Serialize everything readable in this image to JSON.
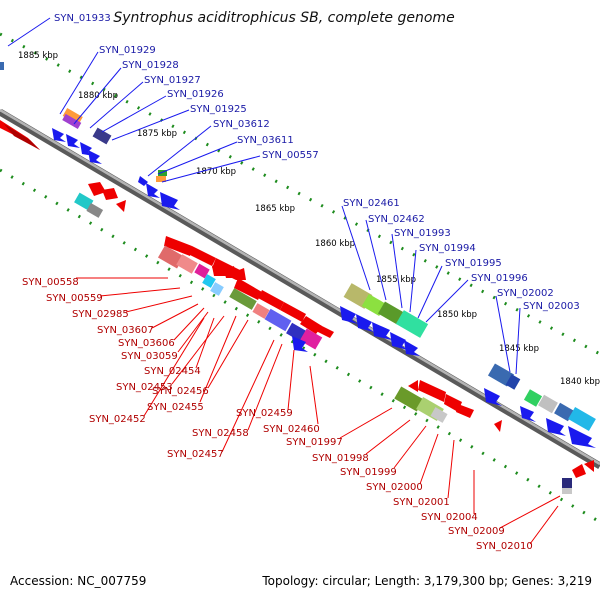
{
  "title": "Syntrophus aciditrophicus SB, complete genome",
  "footer": {
    "accession": "Accession: NC_007759",
    "summary": "Topology: circular; Length: 3,179,300 bp; Genes: 3,219"
  },
  "colors": {
    "backbone": "#8a8a8a",
    "forward_gene": "#1a1aee",
    "reverse_gene": "#ee0000",
    "top_label": "#1a1aa6",
    "bottom_label": "#b00000",
    "ticks": "#1e8c1e"
  },
  "scale_labels": [
    "1885 kbp",
    "1880 kbp",
    "1875 kbp",
    "1870 kbp",
    "1865 kbp",
    "1860 kbp",
    "1855 kbp",
    "1850 kbp",
    "1845 kbp",
    "1840 kbp"
  ],
  "top_labels": [
    "SYN_01933",
    "SYN_01929",
    "SYN_01928",
    "SYN_01927",
    "SYN_01926",
    "SYN_01925",
    "SYN_03612",
    "SYN_03611",
    "SYN_00557",
    "SYN_02461",
    "SYN_02462",
    "SYN_01993",
    "SYN_01994",
    "SYN_01995",
    "SYN_01996",
    "SYN_02002",
    "SYN_02003"
  ],
  "bottom_labels": [
    "SYN_00558",
    "SYN_00559",
    "SYN_02985",
    "SYN_03607",
    "SYN_03606",
    "SYN_03059",
    "SYN_02454",
    "SYN_02453",
    "SYN_02452",
    "SYN_02455",
    "SYN_02456",
    "SYN_02459",
    "SYN_02458",
    "SYN_02457",
    "SYN_02460",
    "SYN_01997",
    "SYN_01998",
    "SYN_01999",
    "SYN_02000",
    "SYN_02001",
    "SYN_02004",
    "SYN_02009",
    "SYN_02010"
  ]
}
